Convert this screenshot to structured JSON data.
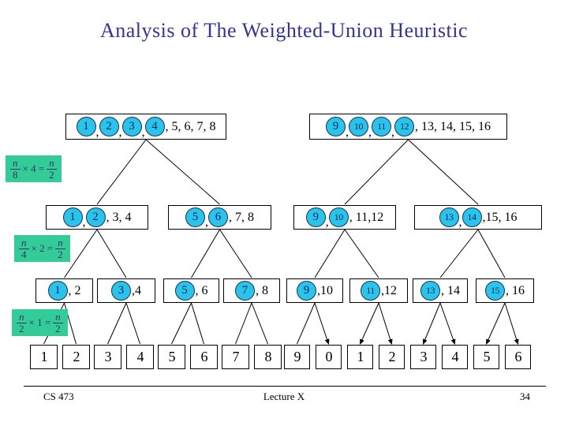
{
  "slide": {
    "title": "Analysis of The Weighted-Union Heuristic",
    "footer": {
      "course": "CS 473",
      "lecture": "Lecture X",
      "page": "34"
    }
  },
  "formulas": [
    {
      "f1n": "n",
      "f1d": "8",
      "mid": "× 4 =",
      "f2n": "n",
      "f2d": "2"
    },
    {
      "f1n": "n",
      "f1d": "4",
      "mid": "× 2 =",
      "f2n": "n",
      "f2d": "2"
    },
    {
      "f1n": "n",
      "f1d": "2",
      "mid": "× 1 =",
      "f2n": "n",
      "f2d": "2"
    }
  ],
  "tree": {
    "circle_separator": ",",
    "rows": [
      {
        "name": "sets-of-8",
        "boxes": [
          {
            "circled": [
              "1",
              "2",
              "3",
              "4"
            ],
            "rest": ", 5, 6, 7, 8"
          },
          {
            "circled": [
              "9",
              "10",
              "11",
              "12"
            ],
            "rest": ", 13, 14, 15, 16"
          }
        ]
      },
      {
        "name": "sets-of-4",
        "boxes": [
          {
            "circled": [
              "1",
              "2"
            ],
            "rest": ", 3, 4"
          },
          {
            "circled": [
              "5",
              "6"
            ],
            "rest": " , 7, 8"
          },
          {
            "circled": [
              "9",
              "10"
            ],
            "rest": ", 11,12"
          },
          {
            "circled": [
              "13",
              "14"
            ],
            "rest": ",15, 16"
          }
        ]
      },
      {
        "name": "sets-of-2",
        "boxes": [
          {
            "circled": [
              "1"
            ],
            "rest": ", 2"
          },
          {
            "circled": [
              "3"
            ],
            "rest": ",4"
          },
          {
            "circled": [
              "5"
            ],
            "rest": ", 6"
          },
          {
            "circled": [
              "7"
            ],
            "rest": ", 8"
          },
          {
            "circled": [
              "9"
            ],
            "rest": ",10"
          },
          {
            "circled": [
              "11"
            ],
            "rest": ",12"
          },
          {
            "circled": [
              "13"
            ],
            "rest": ", 14"
          },
          {
            "circled": [
              "15"
            ],
            "rest": ", 16"
          }
        ]
      },
      {
        "name": "leaves",
        "boxes": [
          {
            "circled": [],
            "rest": "1"
          },
          {
            "circled": [],
            "rest": "2"
          },
          {
            "circled": [],
            "rest": "3"
          },
          {
            "circled": [],
            "rest": "4"
          },
          {
            "circled": [],
            "rest": "5"
          },
          {
            "circled": [],
            "rest": "6"
          },
          {
            "circled": [],
            "rest": "7"
          },
          {
            "circled": [],
            "rest": "8"
          },
          {
            "circled": [],
            "rest": "9"
          },
          {
            "circled": [],
            "rest": "0"
          },
          {
            "circled": [],
            "rest": "1"
          },
          {
            "circled": [],
            "rest": "2"
          },
          {
            "circled": [],
            "rest": "3"
          },
          {
            "circled": [],
            "rest": "4"
          },
          {
            "circled": [],
            "rest": "5"
          },
          {
            "circled": [],
            "rest": "6"
          }
        ]
      }
    ]
  },
  "colors": {
    "title_color": "#333399",
    "circle_fill": "#2BC3EA",
    "circle_border": "#16325C",
    "circle_text": "#0D2B66",
    "formula_bg": "#33CC99",
    "formula_text": "#333366",
    "box_border": "#000000"
  }
}
